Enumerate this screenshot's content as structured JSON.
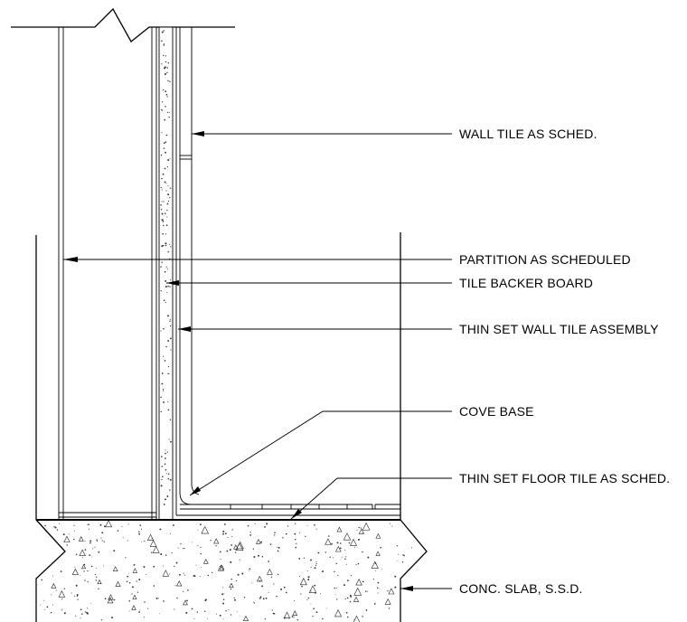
{
  "callouts": {
    "wall_tile": "WALL TILE AS SCHED.",
    "partition": "PARTITION AS SCHEDULED",
    "backer_board": "TILE BACKER BOARD",
    "thin_set_wall": "THIN SET WALL TILE ASSEMBLY",
    "cove_base": "COVE BASE",
    "thin_set_floor": "THIN SET FLOOR TILE AS SCHED.",
    "slab": "CONC. SLAB, S.S.D."
  }
}
